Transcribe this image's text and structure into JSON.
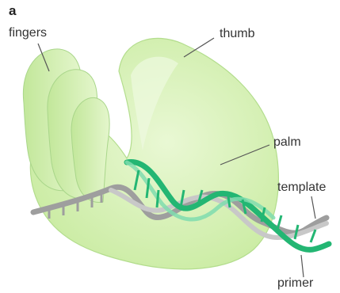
{
  "panel_letter": "a",
  "labels": {
    "fingers": "fingers",
    "thumb": "thumb",
    "palm": "palm",
    "template": "template",
    "primer": "primer"
  },
  "colors": {
    "protein_fill": "#d9f2b8",
    "protein_outline": "#a9d68a",
    "template_strand": "#a9a9a9",
    "primer_strand": "#2bbf7a",
    "label_line": "#555555"
  }
}
